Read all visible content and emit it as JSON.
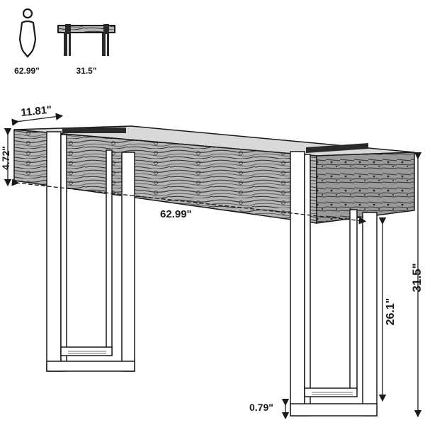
{
  "icons": {
    "person": {
      "name": "person-icon",
      "label": "62.99\""
    },
    "table": {
      "name": "table-side-icon",
      "label": "31.5\""
    }
  },
  "dimensions": {
    "depth": "11.81\"",
    "top_thickness": "4.72\"",
    "length": "62.99\"",
    "height": "31.5\"",
    "leg_height": "26.1\"",
    "base_thickness": "0.79\""
  },
  "colors": {
    "ink": "#1a1a1a",
    "wood_dark": "#3a3a3a",
    "wood_mid": "#8a8a8a",
    "wood_light": "#d8d8d8",
    "background": "#ffffff"
  }
}
